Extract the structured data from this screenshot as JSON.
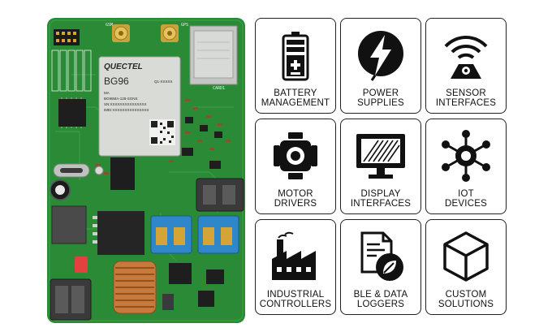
{
  "board": {
    "module_brand": "QUECTEL",
    "module_model": "BG96",
    "module_code": "Q1-XXXXX",
    "module_line1": "MA",
    "module_line2": "BG96MA-128-SGNS",
    "module_line3": "SN:XXXXXXXXXXXXXXX",
    "module_line4": "IMEI:XXXXXXXXXXXXXXX",
    "antenna_left_label": "GSM",
    "antenna_right_label": "GPS",
    "sim_label": "CARD1",
    "colors": {
      "pcb": "#2a8a36",
      "module": "#d9dbd6",
      "terminal_green": "#3a3a3a",
      "terminal_blue": "#2f86c9"
    }
  },
  "tiles": [
    {
      "label": "BATTERY\nMANAGEMENT",
      "icon": "battery-icon"
    },
    {
      "label": "POWER\nSUPPLIES",
      "icon": "lightning-bolt-icon"
    },
    {
      "label": "SENSOR\nINTERFACES",
      "icon": "wireless-sensor-icon"
    },
    {
      "label": "MOTOR\nDRIVERS",
      "icon": "motor-icon"
    },
    {
      "label": "DISPLAY\nINTERFACES",
      "icon": "monitor-icon"
    },
    {
      "label": "IOT\nDEVICES",
      "icon": "network-hub-icon"
    },
    {
      "label": "INDUSTRIAL\nCONTROLLERS",
      "icon": "factory-icon"
    },
    {
      "label": "BLE & DATA\nLOGGERS",
      "icon": "document-leaf-icon"
    },
    {
      "label": "CUSTOM\nSOLUTIONS",
      "icon": "cube-icon"
    }
  ]
}
